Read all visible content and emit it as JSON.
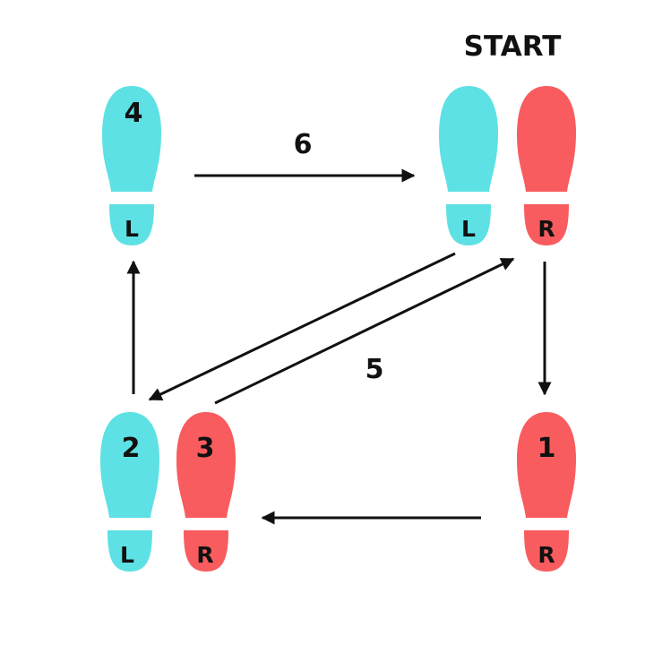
{
  "start_label": "START",
  "colors": {
    "left_foot": "#5ee1e4",
    "right_foot": "#f85c5f",
    "ink": "#111111",
    "background": "#ffffff"
  },
  "footprints": {
    "start_left": {
      "side": "L",
      "step": "",
      "color_key": "left_foot"
    },
    "start_right": {
      "side": "R",
      "step": "",
      "color_key": "right_foot"
    },
    "step1": {
      "side": "R",
      "step": "1",
      "color_key": "right_foot"
    },
    "step2": {
      "side": "L",
      "step": "2",
      "color_key": "left_foot"
    },
    "step3": {
      "side": "R",
      "step": "3",
      "color_key": "right_foot"
    },
    "step4": {
      "side": "L",
      "step": "4",
      "color_key": "left_foot"
    }
  },
  "arrows": {
    "a5": {
      "label": "5"
    },
    "a6": {
      "label": "6"
    }
  }
}
